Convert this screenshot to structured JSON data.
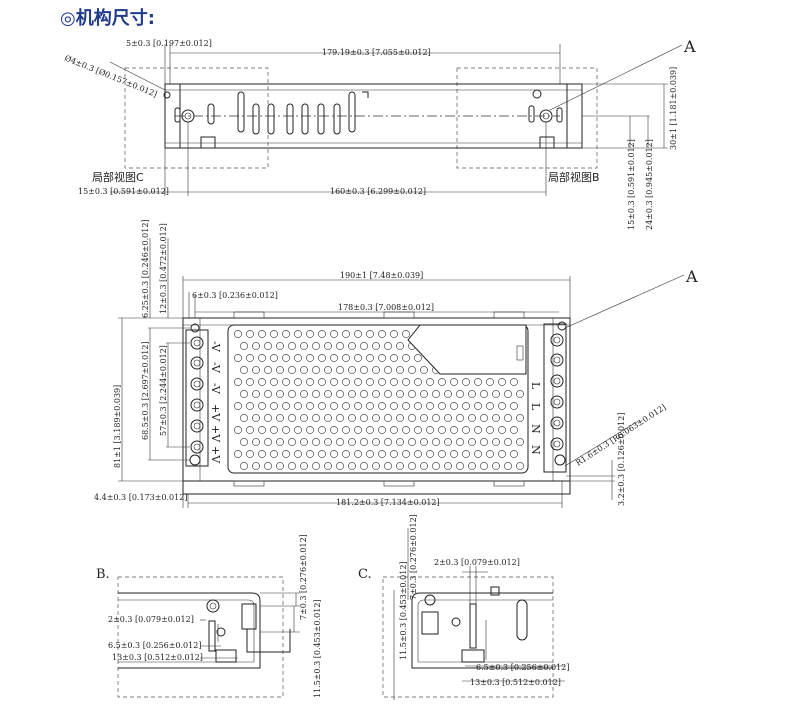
{
  "title": "◎机构尺寸:",
  "view_labels": {
    "partial_c": "局部视图C",
    "partial_b": "局部视图B",
    "a_top": "A",
    "a_mid": "A",
    "b": "B.",
    "c": "C."
  },
  "top_view": {
    "dim_hole_offset": "5±0.3 [0.197±0.012]",
    "dim_hole_dia": "Ø4±0.3 [Ø0.157±0.012]",
    "dim_hole_span": "179.19±0.3 [7.055±0.012]",
    "dim_height": "30±1 [1.181±0.039]",
    "dim_bottom_left": "15±0.3 [0.591±0.012]",
    "dim_bottom_span": "160±0.3 [6.299±0.012]",
    "dim_right_15": "15±0.3 [0.591±0.012]",
    "dim_right_24": "24±0.3 [0.945±0.012]"
  },
  "front_view": {
    "dim_625": "6.25±0.3 [0.246±0.012]",
    "dim_12": "12±0.3 [0.472±0.012]",
    "dim_190": "190±1 [7.48±0.039]",
    "dim_6": "6±0.3 [0.236±0.012]",
    "dim_178": "178±0.3 [7.008±0.012]",
    "dim_81": "81±1 [3.189±0.039]",
    "dim_685": "68.5±0.3 [2.697±0.012]",
    "dim_57": "57±0.3 [2.244±0.012]",
    "dim_44": "4.4±0.3 [0.173±0.012]",
    "dim_1812": "181.2±0.3 [7.134±0.012]",
    "dim_r16": "R1.6±0.3 [R0.063±0.012]",
    "dim_32": "3.2±0.3 [0.126±0.012]",
    "left_terminals": [
      "-V",
      "-V",
      "-V",
      "+V",
      "+V",
      "+V"
    ],
    "right_terminals": [
      "L",
      "L",
      "N",
      "N",
      "",
      ""
    ]
  },
  "detail_b": {
    "dim_2": "2±0.3 [0.079±0.012]",
    "dim_65": "6.5±0.3 [0.256±0.012]",
    "dim_13": "13±0.3 [0.512±0.012]",
    "dim_7": "7±0.3 [0.276±0.012]",
    "dim_115": "11.5±0.3 [0.453±0.012]"
  },
  "detail_c": {
    "dim_2": "2±0.3 [0.079±0.012]",
    "dim_7": "7±0.3 [0.276±0.012]",
    "dim_115": "11.5±0.3 [0.453±0.012]",
    "dim_65": "6.5±0.3 [0.256±0.012]",
    "dim_13": "13±0.3 [0.512±0.012]"
  }
}
